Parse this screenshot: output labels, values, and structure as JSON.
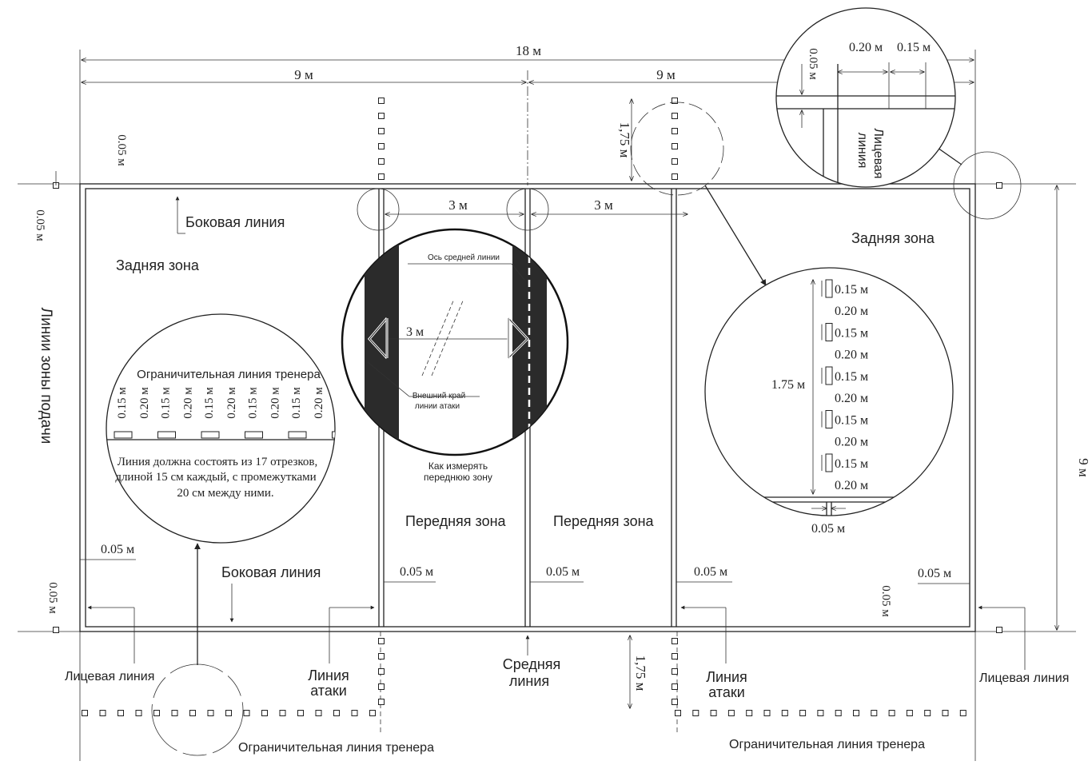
{
  "colors": {
    "line": "#222222",
    "fill_dark": "#2b2b2b",
    "background": "#ffffff"
  },
  "dimensions": {
    "total_length": "18 м",
    "half_left": "9 м",
    "half_right": "9 м",
    "width": "9 м",
    "attack_left": "3 м",
    "attack_right": "3 м",
    "line_05": "0.05 м",
    "line_05_b": "0,05 м",
    "post_175": "1,75 м",
    "post_175_b": "1,75 м"
  },
  "labels": {
    "sideline_top": "Боковая линия",
    "sideline_bottom": "Боковая линия",
    "back_zone_left": "Задняя зона",
    "back_zone_right": "Задняя зона",
    "front_zone_left": "Передняя зона",
    "front_zone_right": "Передняя зона",
    "service_zone": "Линии зоны подачи",
    "end_line_left": "Лицевая линия",
    "end_line_right": "Лицевая линия",
    "attack_line_left_1": "Линия",
    "attack_line_left_2": "атаки",
    "attack_line_right_1": "Линия",
    "attack_line_right_2": "атаки",
    "center_line_1": "Средняя",
    "center_line_2": "линия",
    "coach_line_left": "Ограничительная линия тренера",
    "coach_line_right": "Ограничительная линия тренера"
  },
  "detail_coach": {
    "title": "Ограничительная линия тренера",
    "seg": "0.15 м",
    "gap": "0.20 м",
    "note_1": "Линия должна состоять из 17 отрезков,",
    "note_2": "длиной 15 см каждый, с промежутками",
    "note_3": "20 см между ними."
  },
  "detail_front": {
    "axis": "Ось средней линии",
    "dim": "3 м",
    "edge_1": "Внешний край",
    "edge_2": "линии атаки",
    "caption_1": "Как измерять",
    "caption_2": "переднюю зону"
  },
  "detail_service": {
    "seg": "0.15 м",
    "gap": "0.20 м",
    "total": "1.75 м",
    "width": "0.05 м"
  },
  "detail_corner": {
    "width": "0.05 м",
    "gap": "0.20 м",
    "seg": "0.15 м",
    "end_line_1": "Лицевая",
    "end_line_2": "линия"
  }
}
